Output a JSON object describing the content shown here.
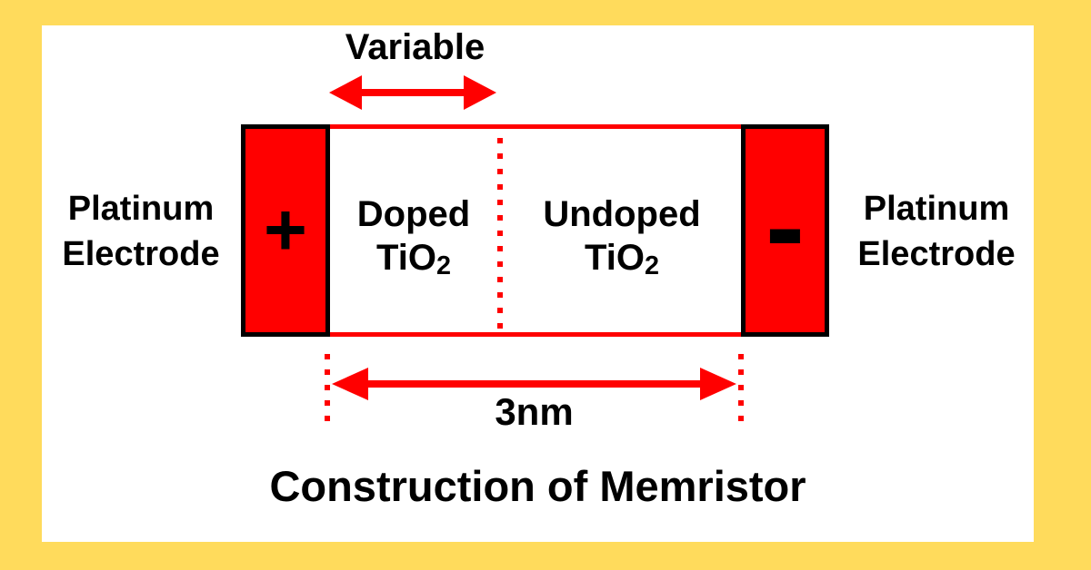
{
  "colors": {
    "red": "#ff0000",
    "yellow": "#ffdb5c",
    "ink": "#000000",
    "panel": "#ffffff"
  },
  "diagram": {
    "title": "Construction of Memristor",
    "top_dimension_label": "Variable",
    "bottom_dimension_label": "3nm",
    "left_electrode": {
      "label_line1": "Platinum",
      "label_line2": "Electrode",
      "polarity": "+"
    },
    "right_electrode": {
      "label_line1": "Platinum",
      "label_line2": "Electrode",
      "polarity": "-"
    },
    "doped_region": {
      "name": "Doped",
      "formula_base": "TiO",
      "formula_sub": "2"
    },
    "undoped_region": {
      "name": "Undoped",
      "formula_base": "TiO",
      "formula_sub": "2"
    },
    "icons": {
      "variable_arrow": "double-headed-arrow",
      "dimension_arrow": "double-headed-arrow"
    }
  }
}
